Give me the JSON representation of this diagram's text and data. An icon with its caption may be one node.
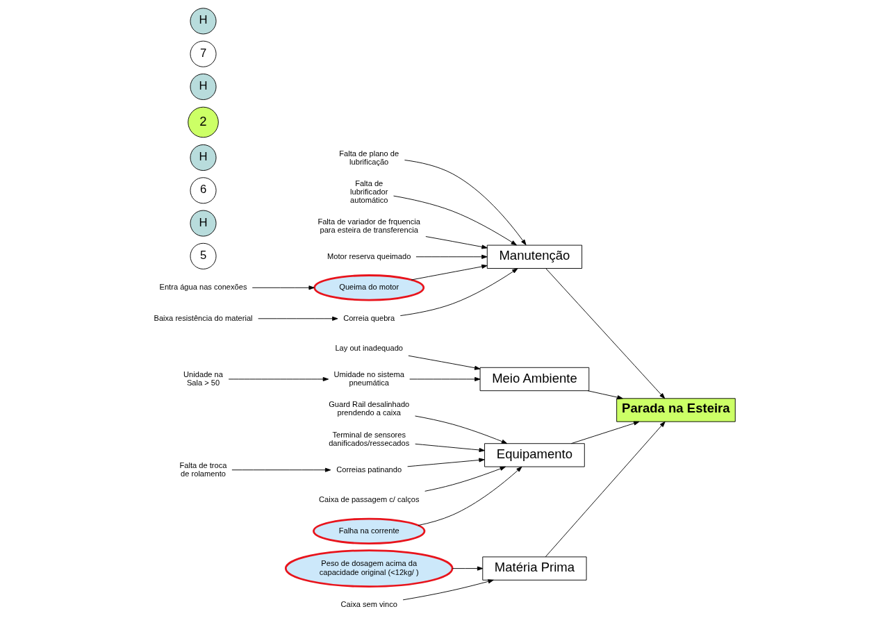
{
  "diagram": {
    "nodes": [
      {
        "text": [
          "Matéria Prima"
        ]
      },
      {
        "text": [
          "Manutenção"
        ]
      },
      {
        "text": [
          "Meio Ambiente"
        ]
      },
      {
        "text": [
          "Equipamento"
        ]
      },
      {
        "text": [
          "Parada na Esteira"
        ]
      },
      {
        "text": [
          "Peso de dosagem acima da capacidade original (<12kg/ )"
        ]
      },
      {
        "text": [
          "Caixa sem vinco"
        ]
      },
      {
        "text": [
          "Falta de plano de lubrificação"
        ]
      },
      {
        "text": [
          "Falta de lubrificador automático"
        ]
      },
      {
        "text": [
          "Falta de variador de frquencia para esteira de transferencia"
        ]
      },
      {
        "text": [
          "Motor reserva queimado"
        ]
      },
      {
        "text": [
          "Queima do motor"
        ]
      },
      {
        "text": [
          "Entra água nas conexões"
        ]
      },
      {
        "text": [
          "Correia quebra"
        ]
      },
      {
        "text": [
          "Baixa resistência do material"
        ]
      },
      {
        "text": [
          "Lay out inadequado"
        ]
      },
      {
        "text": [
          "Umidade no sistema pneumática"
        ]
      },
      {
        "text": [
          "Unidade na Sala > 50"
        ]
      },
      {
        "text": [
          "Guard Rail desalinhado prendendo a caixa"
        ]
      },
      {
        "text": [
          "Terminal de sensores danificados/ressecados"
        ]
      },
      {
        "text": [
          "Correias patinando"
        ]
      },
      {
        "text": [
          "Falta de troca de rolamento"
        ]
      },
      {
        "text": [
          "Caixa de passagem c/ calços"
        ]
      },
      {
        "text": [
          "Falha na corrente"
        ]
      },
      {
        "text": [
          "5"
        ]
      },
      {
        "text": [
          "H"
        ]
      },
      {
        "text": [
          "6"
        ]
      },
      {
        "text": [
          "H"
        ]
      },
      {
        "text": [
          "2"
        ]
      },
      {
        "text": [
          "H"
        ]
      },
      {
        "text": [
          "7"
        ]
      },
      {
        "text": [
          "H"
        ]
      }
    ],
    "edges": [
      {
        "from": 5,
        "to": 0,
        "arrow": "to"
      },
      {
        "from": 6,
        "to": 0,
        "arrow": "to"
      },
      {
        "from": 7,
        "to": 1,
        "arrow": "to"
      },
      {
        "from": 8,
        "to": 1,
        "arrow": "to"
      },
      {
        "from": 9,
        "to": 1,
        "arrow": "to"
      },
      {
        "from": 10,
        "to": 1,
        "arrow": "to"
      },
      {
        "from": 11,
        "to": 1,
        "arrow": "to"
      },
      {
        "from": 12,
        "to": 11,
        "arrow": "to"
      },
      {
        "from": 13,
        "to": 1,
        "arrow": "to"
      },
      {
        "from": 14,
        "to": 13,
        "arrow": "to"
      },
      {
        "from": 15,
        "to": 2,
        "arrow": "to"
      },
      {
        "from": 16,
        "to": 2,
        "arrow": "to"
      },
      {
        "from": 17,
        "to": 16,
        "arrow": "to"
      },
      {
        "from": 18,
        "to": 3,
        "arrow": "to"
      },
      {
        "from": 19,
        "to": 3,
        "arrow": "to"
      },
      {
        "from": 20,
        "to": 3,
        "arrow": "to"
      },
      {
        "from": 21,
        "to": 20,
        "arrow": "to"
      },
      {
        "from": 22,
        "to": 3,
        "arrow": "to"
      },
      {
        "from": 23,
        "to": 3,
        "arrow": "to"
      },
      {
        "from": 0,
        "to": 4,
        "arrow": "to"
      },
      {
        "from": 1,
        "to": 4,
        "arrow": "to"
      },
      {
        "from": 2,
        "to": 4,
        "arrow": "to"
      },
      {
        "from": 3,
        "to": 4,
        "arrow": "to"
      }
    ]
  }
}
